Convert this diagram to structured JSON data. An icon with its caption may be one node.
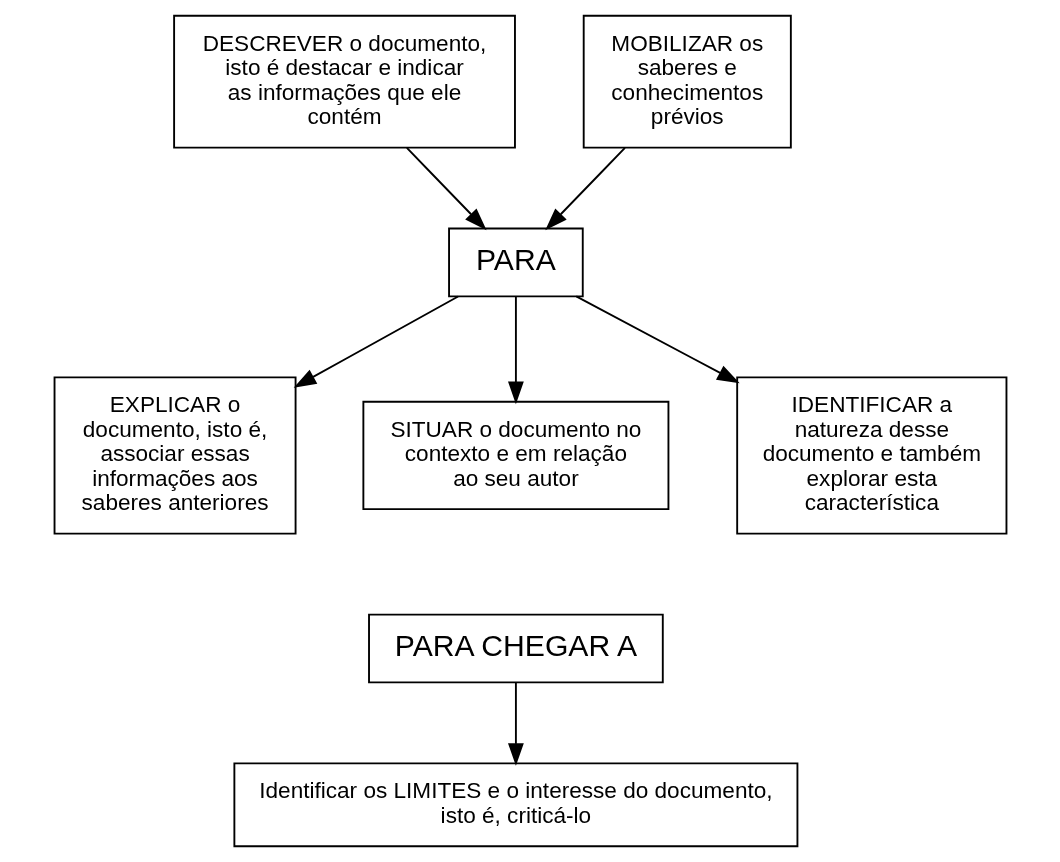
{
  "diagram": {
    "nodes": [
      {
        "text": [
          "DESCREVER o documento, isto é destacar e indicar as informações que ele contém"
        ]
      },
      {
        "text": [
          "MOBILIZAR os saberes e conhecimentos prévios"
        ]
      },
      {
        "text": [
          "PARA"
        ]
      },
      {
        "text": [
          "EXPLICAR o documento, isto é, associar essas informações aos saberes anteriores"
        ]
      },
      {
        "text": [
          "SITUAR o documento no contexto e em relação ao seu autor"
        ]
      },
      {
        "text": [
          "IDENTIFICAR a natureza desse documento e também explorar esta característica"
        ]
      },
      {
        "text": [
          "PARA CHEGAR A"
        ]
      },
      {
        "text": [
          "Identificar os LIMITES e o interesse do documento, isto é, criticá-lo"
        ]
      }
    ],
    "edges": [
      {
        "from": 0,
        "to": 2,
        "arrow": "to"
      },
      {
        "from": 1,
        "to": 2,
        "arrow": "to"
      },
      {
        "from": 2,
        "to": 3,
        "arrow": "to"
      },
      {
        "from": 2,
        "to": 4,
        "arrow": "to"
      },
      {
        "from": 2,
        "to": 5,
        "arrow": "to"
      },
      {
        "from": 6,
        "to": 7,
        "arrow": "to"
      }
    ]
  }
}
